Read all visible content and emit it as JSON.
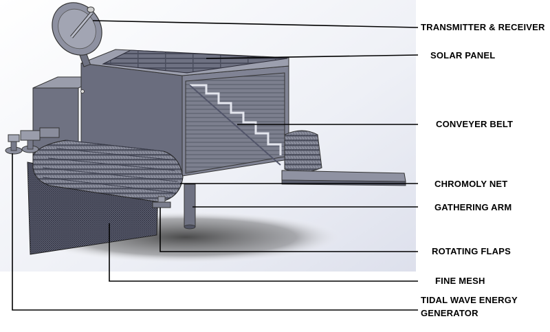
{
  "labels": {
    "transmitter": "TRANSMITTER & RECEIVER",
    "solar_panel": "SOLAR PANEL",
    "conveyer_belt": "CONVEYER BELT",
    "chromoly_net": "CHROMOLY NET",
    "gathering_arm": "GATHERING ARM",
    "rotating_flaps": "ROTATING FLAPS",
    "fine_mesh": "FINE MESH",
    "tidal_line1": "TIDAL WAVE ENERGY",
    "tidal_line2": "GENERATOR"
  }
}
